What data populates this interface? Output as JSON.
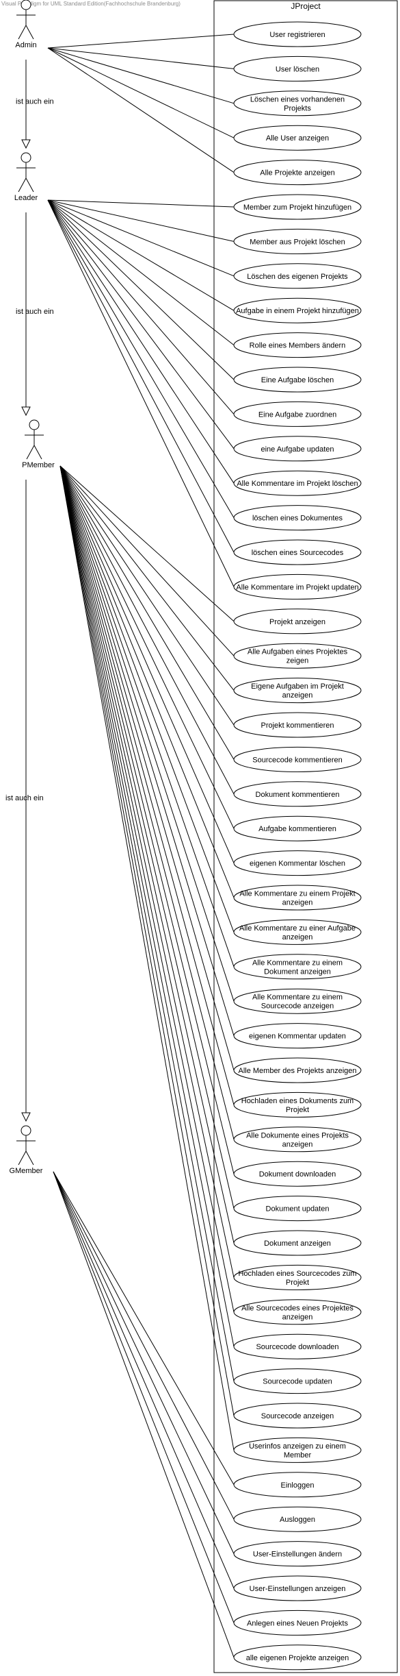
{
  "watermark": "Visual Paradigm for UML Standard Edition(Fachhochschule Brandenburg)",
  "system": {
    "title": "JProject"
  },
  "actors": [
    {
      "id": "admin",
      "label": "Admin"
    },
    {
      "id": "leader",
      "label": "Leader"
    },
    {
      "id": "pmember",
      "label": "PMember"
    },
    {
      "id": "gmember",
      "label": "GMember"
    }
  ],
  "generalizations": [
    {
      "from": "leader",
      "to": "admin",
      "label": "ist auch ein"
    },
    {
      "from": "pmember",
      "to": "leader",
      "label": "ist auch ein"
    },
    {
      "from": "gmember",
      "to": "pmember",
      "label": "ist auch ein"
    }
  ],
  "use_cases": [
    {
      "lines": [
        "User registrieren"
      ],
      "actor": "admin"
    },
    {
      "lines": [
        "User löschen"
      ],
      "actor": "admin"
    },
    {
      "lines": [
        "Löschen eines vorhandenen",
        "Projekts"
      ],
      "actor": "admin"
    },
    {
      "lines": [
        "Alle User anzeigen"
      ],
      "actor": "admin"
    },
    {
      "lines": [
        "Alle Projekte anzeigen"
      ],
      "actor": "admin"
    },
    {
      "lines": [
        "Member zum Projekt hinzufügen"
      ],
      "actor": "leader"
    },
    {
      "lines": [
        "Member aus Projekt löschen"
      ],
      "actor": "leader"
    },
    {
      "lines": [
        "Löschen des eigenen Projekts"
      ],
      "actor": "leader"
    },
    {
      "lines": [
        "Aufgabe in einem Projekt hinzufügen"
      ],
      "actor": "leader"
    },
    {
      "lines": [
        "Rolle eines Members ändern"
      ],
      "actor": "leader"
    },
    {
      "lines": [
        "Eine Aufgabe löschen"
      ],
      "actor": "leader"
    },
    {
      "lines": [
        "Eine Aufgabe zuordnen"
      ],
      "actor": "leader"
    },
    {
      "lines": [
        "eine Aufgabe updaten"
      ],
      "actor": "leader"
    },
    {
      "lines": [
        "Alle Kommentare im Projekt löschen"
      ],
      "actor": "leader"
    },
    {
      "lines": [
        "löschen eines Dokumentes"
      ],
      "actor": "leader"
    },
    {
      "lines": [
        "löschen eines Sourcecodes"
      ],
      "actor": "leader"
    },
    {
      "lines": [
        "Alle Kommentare im Projekt updaten"
      ],
      "actor": "leader"
    },
    {
      "lines": [
        "Projekt  anzeigen"
      ],
      "actor": "pmember"
    },
    {
      "lines": [
        "Alle Aufgaben eines Projektes",
        "zeigen"
      ],
      "actor": "pmember"
    },
    {
      "lines": [
        "Eigene Aufgaben im Projekt",
        "anzeigen"
      ],
      "actor": "pmember"
    },
    {
      "lines": [
        "Projekt kommentieren"
      ],
      "actor": "pmember"
    },
    {
      "lines": [
        "Sourcecode kommentieren"
      ],
      "actor": "pmember"
    },
    {
      "lines": [
        "Dokument kommentieren"
      ],
      "actor": "pmember"
    },
    {
      "lines": [
        "Aufgabe kommentieren"
      ],
      "actor": "pmember"
    },
    {
      "lines": [
        "eigenen Kommentar  löschen"
      ],
      "actor": "pmember"
    },
    {
      "lines": [
        "Alle Kommentare zu einem Projekt",
        "anzeigen"
      ],
      "actor": "pmember"
    },
    {
      "lines": [
        "Alle Kommentare zu einer Aufgabe",
        "anzeigen"
      ],
      "actor": "pmember"
    },
    {
      "lines": [
        "Alle Kommentare zu einem",
        "Dokument anzeigen"
      ],
      "actor": "pmember"
    },
    {
      "lines": [
        "Alle Kommentare zu einem",
        "Sourcecode anzeigen"
      ],
      "actor": "pmember"
    },
    {
      "lines": [
        "eigenen Kommentar updaten"
      ],
      "actor": "pmember"
    },
    {
      "lines": [
        "Alle Member des Projekts anzeigen"
      ],
      "actor": "pmember"
    },
    {
      "lines": [
        "Hochladen eines Dokuments zum",
        "Projekt"
      ],
      "actor": "pmember"
    },
    {
      "lines": [
        "Alle Dokumente eines Projekts",
        "anzeigen"
      ],
      "actor": "pmember"
    },
    {
      "lines": [
        "Dokument downloaden"
      ],
      "actor": "pmember"
    },
    {
      "lines": [
        "Dokument updaten"
      ],
      "actor": "pmember"
    },
    {
      "lines": [
        "Dokument anzeigen"
      ],
      "actor": "pmember"
    },
    {
      "lines": [
        "Hochladen  eines Sourcecodes zum",
        "Projekt"
      ],
      "actor": "pmember"
    },
    {
      "lines": [
        "Alle Sourcecodes eines Projektes",
        "anzeigen"
      ],
      "actor": "pmember"
    },
    {
      "lines": [
        "Sourcecode downloaden"
      ],
      "actor": "pmember"
    },
    {
      "lines": [
        "Sourcecode updaten"
      ],
      "actor": "pmember"
    },
    {
      "lines": [
        "Sourcecode anzeigen"
      ],
      "actor": "pmember"
    },
    {
      "lines": [
        "Userinfos anzeigen zu einem",
        "Member"
      ],
      "actor": "pmember"
    },
    {
      "lines": [
        "Einloggen"
      ],
      "actor": "gmember"
    },
    {
      "lines": [
        "Ausloggen"
      ],
      "actor": "gmember"
    },
    {
      "lines": [
        "User-Einstellungen ändern"
      ],
      "actor": "gmember"
    },
    {
      "lines": [
        "User-Einstellungen anzeigen"
      ],
      "actor": "gmember"
    },
    {
      "lines": [
        "Anlegen eines Neuen Projekts"
      ],
      "actor": "gmember"
    },
    {
      "lines": [
        "alle eigenen Projekte anzeigen"
      ],
      "actor": "gmember"
    }
  ]
}
